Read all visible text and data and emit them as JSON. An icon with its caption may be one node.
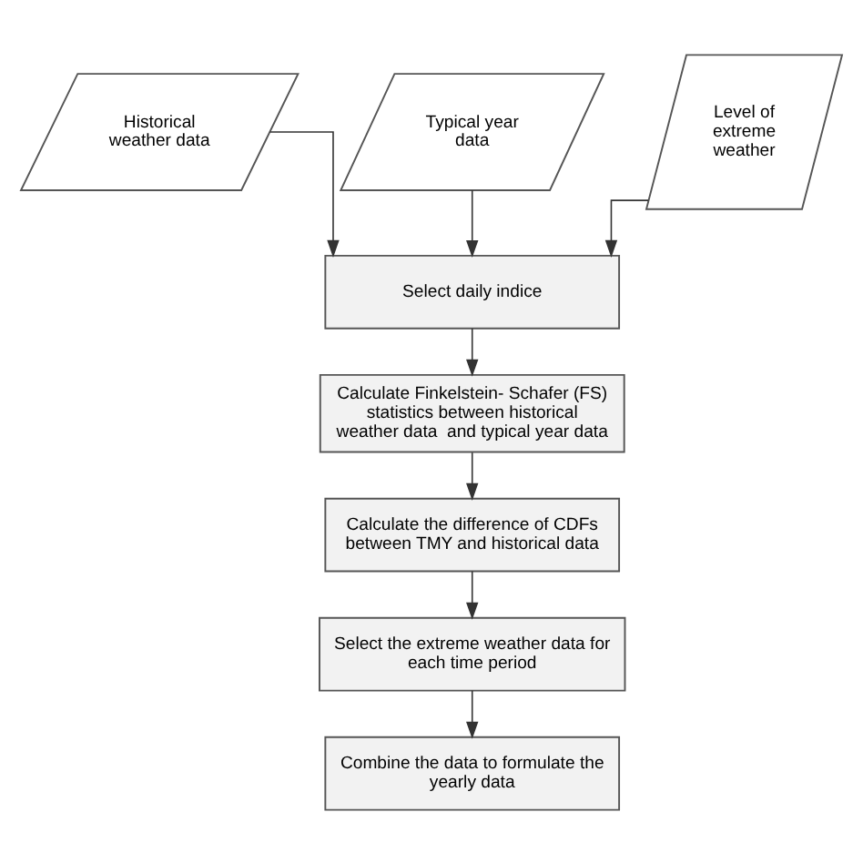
{
  "diagram": {
    "nodes": [
      {
        "text": [
          "Historical weather data"
        ]
      },
      {
        "text": [
          "Typical year data"
        ]
      },
      {
        "text": [
          "Level of extreme weather"
        ]
      },
      {
        "text": [
          "Select daily indice"
        ]
      },
      {
        "text": [
          "Calculate Finkelstein- Schafer (FS) statistics between historical weather data  and typical year data"
        ]
      },
      {
        "text": [
          "Calculate the difference of CDFs between TMY and historical data"
        ]
      },
      {
        "text": [
          "Select the extreme weather data for each time period"
        ]
      },
      {
        "text": [
          "Combine the data to formulate the yearly data"
        ]
      }
    ],
    "edges": [
      {
        "from": 0,
        "to": 3,
        "arrow": "to"
      },
      {
        "from": 1,
        "to": 3,
        "arrow": "to"
      },
      {
        "from": 2,
        "to": 3,
        "arrow": "to"
      },
      {
        "from": 3,
        "to": 4,
        "arrow": "to"
      },
      {
        "from": 4,
        "to": 5,
        "arrow": "to"
      },
      {
        "from": 5,
        "to": 6,
        "arrow": "to"
      },
      {
        "from": 6,
        "to": 7,
        "arrow": "to"
      }
    ]
  }
}
